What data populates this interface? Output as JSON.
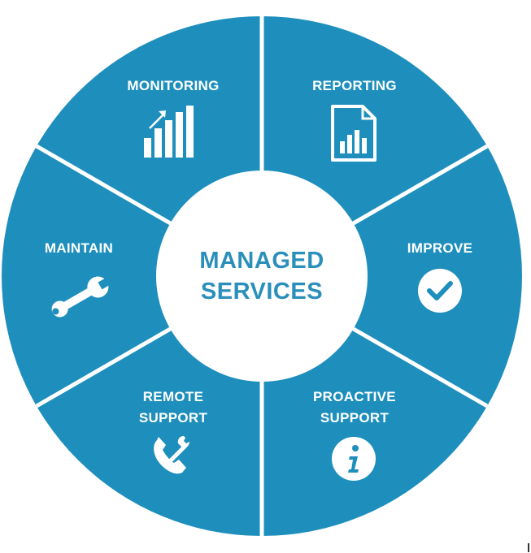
{
  "center": {
    "line1": "MANAGED",
    "line2": "SERVICES"
  },
  "segments": [
    {
      "id": "monitoring",
      "lines": [
        "MONITORING"
      ],
      "icon": "bar-chart-trend-icon"
    },
    {
      "id": "reporting",
      "lines": [
        "REPORTING"
      ],
      "icon": "report-document-icon"
    },
    {
      "id": "improve",
      "lines": [
        "IMPROVE"
      ],
      "icon": "check-circle-icon"
    },
    {
      "id": "proactive-support",
      "lines": [
        "PROACTIVE",
        "SUPPORT"
      ],
      "icon": "info-circle-icon"
    },
    {
      "id": "remote-support",
      "lines": [
        "REMOTE",
        "SUPPORT"
      ],
      "icon": "phone-wrench-icon"
    },
    {
      "id": "maintain",
      "lines": [
        "MAINTAIN"
      ],
      "icon": "wrench-icon"
    }
  ],
  "colors": {
    "segment_fill": "#1e8fbd",
    "divider": "#ffffff",
    "center_fill": "#ffffff",
    "center_text": "#2a8fba",
    "icon": "#ffffff"
  }
}
